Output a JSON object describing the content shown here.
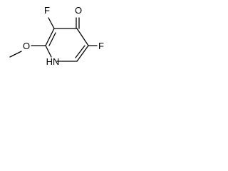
{
  "molecule": {
    "labels": {
      "fluorine_top": "F",
      "oxygen_carbonyl": "O",
      "fluorine_right": "F",
      "oxygen_methoxy": "O",
      "nitrogen_ring": "HN"
    }
  }
}
